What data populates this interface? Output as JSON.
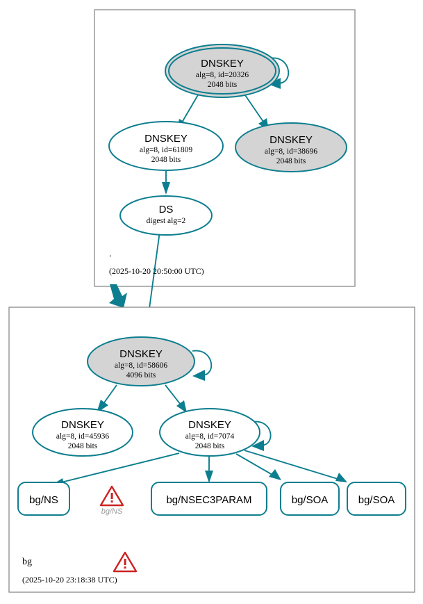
{
  "diagram": {
    "kind": "dnssec-authentication-chain",
    "accent_color": "#0d7e8f",
    "node_fill_secure": "#d4d4d4",
    "node_fill_plain": "#ffffff",
    "warning_color": "#cc2222",
    "zone_border_color": "#808080"
  },
  "zones": [
    {
      "id": "root",
      "name": ".",
      "timestamp": "(2025-10-20 20:50:00 UTC)",
      "has_warning": false
    },
    {
      "id": "bg",
      "name": "bg",
      "timestamp": "(2025-10-20 23:18:38 UTC)",
      "has_warning": true,
      "warning_icon": "warning-triangle-icon"
    }
  ],
  "nodes": [
    {
      "id": "root-ksk-20326",
      "zone": "root",
      "type": "DNSKEY",
      "title": "DNSKEY",
      "line2": "alg=8, id=20326",
      "line3": "2048 bits",
      "fill": "#d4d4d4",
      "trust_anchor": true,
      "self_signed": true
    },
    {
      "id": "root-zsk-61809",
      "zone": "root",
      "type": "DNSKEY",
      "title": "DNSKEY",
      "line2": "alg=8, id=61809",
      "line3": "2048 bits",
      "fill": "#ffffff",
      "trust_anchor": false,
      "self_signed": false
    },
    {
      "id": "root-zsk-38696",
      "zone": "root",
      "type": "DNSKEY",
      "title": "DNSKEY",
      "line2": "alg=8, id=38696",
      "line3": "2048 bits",
      "fill": "#d4d4d4",
      "trust_anchor": false,
      "self_signed": false
    },
    {
      "id": "ds-bg",
      "zone": "root",
      "type": "DS",
      "title": "DS",
      "line2": "digest alg=2",
      "line3": "",
      "fill": "#ffffff",
      "trust_anchor": false,
      "self_signed": false
    },
    {
      "id": "bg-ksk-58606",
      "zone": "bg",
      "type": "DNSKEY",
      "title": "DNSKEY",
      "line2": "alg=8, id=58606",
      "line3": "4096 bits",
      "fill": "#d4d4d4",
      "trust_anchor": false,
      "self_signed": true
    },
    {
      "id": "bg-zsk-45936",
      "zone": "bg",
      "type": "DNSKEY",
      "title": "DNSKEY",
      "line2": "alg=8, id=45936",
      "line3": "2048 bits",
      "fill": "#ffffff",
      "trust_anchor": false,
      "self_signed": false
    },
    {
      "id": "bg-zsk-7074",
      "zone": "bg",
      "type": "DNSKEY",
      "title": "DNSKEY",
      "line2": "alg=8, id=7074",
      "line3": "2048 bits",
      "fill": "#ffffff",
      "trust_anchor": false,
      "self_signed": true
    }
  ],
  "rrsets": [
    {
      "id": "rr-ns",
      "label": "bg/NS",
      "has_warning": true,
      "warning_label": "bg/NS"
    },
    {
      "id": "rr-nsec3param",
      "label": "bg/NSEC3PARAM",
      "has_warning": false,
      "warning_label": ""
    },
    {
      "id": "rr-soa-1",
      "label": "bg/SOA",
      "has_warning": false,
      "warning_label": ""
    },
    {
      "id": "rr-soa-2",
      "label": "bg/SOA",
      "has_warning": false,
      "warning_label": ""
    }
  ],
  "edges": [
    {
      "from": "root-ksk-20326",
      "to": "root-ksk-20326",
      "kind": "self-sign"
    },
    {
      "from": "root-ksk-20326",
      "to": "root-zsk-61809",
      "kind": "sign"
    },
    {
      "from": "root-ksk-20326",
      "to": "root-zsk-38696",
      "kind": "sign"
    },
    {
      "from": "root-zsk-61809",
      "to": "ds-bg",
      "kind": "sign"
    },
    {
      "from": "ds-bg",
      "to": "bg-ksk-58606",
      "kind": "ds-to-dnskey"
    },
    {
      "from": "root",
      "to": "bg",
      "kind": "delegation"
    },
    {
      "from": "bg-ksk-58606",
      "to": "bg-ksk-58606",
      "kind": "self-sign"
    },
    {
      "from": "bg-ksk-58606",
      "to": "bg-zsk-45936",
      "kind": "sign"
    },
    {
      "from": "bg-ksk-58606",
      "to": "bg-zsk-7074",
      "kind": "sign"
    },
    {
      "from": "bg-zsk-7074",
      "to": "bg-zsk-7074",
      "kind": "self-sign"
    },
    {
      "from": "bg-zsk-7074",
      "to": "rr-ns",
      "kind": "sign"
    },
    {
      "from": "bg-zsk-7074",
      "to": "rr-nsec3param",
      "kind": "sign"
    },
    {
      "from": "bg-zsk-7074",
      "to": "rr-soa-1",
      "kind": "sign"
    },
    {
      "from": "bg-zsk-7074",
      "to": "rr-soa-2",
      "kind": "sign"
    }
  ]
}
